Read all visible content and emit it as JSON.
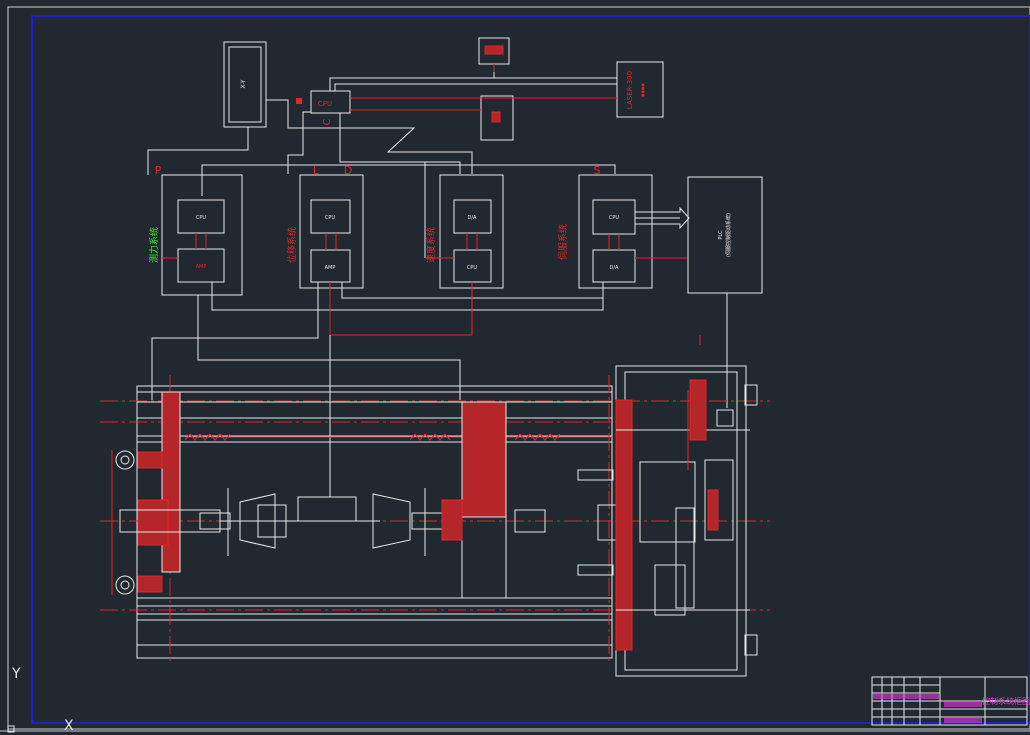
{
  "drawing": {
    "title_block_name": "控制系统框图",
    "ucs_y": "Y",
    "ucs_x": "X"
  },
  "blocks": {
    "xy_plotter": "X-Y",
    "cpu_main": "CPU",
    "laser": "LASER-300",
    "c_label": "C",
    "p_label": "P",
    "l_label": "L",
    "d_label": "D",
    "s_label": "S",
    "cpu1": "CPU",
    "amp1": "AMP",
    "cpu2": "CPU",
    "amp2": "AMP",
    "da3": "D/A",
    "cpu3": "CPU",
    "cpu4": "CPU",
    "da4": "D/A",
    "plc": "PLC",
    "plc_sub": "(伺服控制驱动系统)",
    "side1": "测力系统",
    "side2": "位移系统",
    "side3": "速度系统",
    "side4": "伺服系统"
  },
  "colors": {
    "background": "#212830",
    "line": "#e8e8e8",
    "red": "#e0262a",
    "green": "#39e639",
    "magenta": "#e040e0",
    "frame_blue": "#1e1ecc"
  }
}
